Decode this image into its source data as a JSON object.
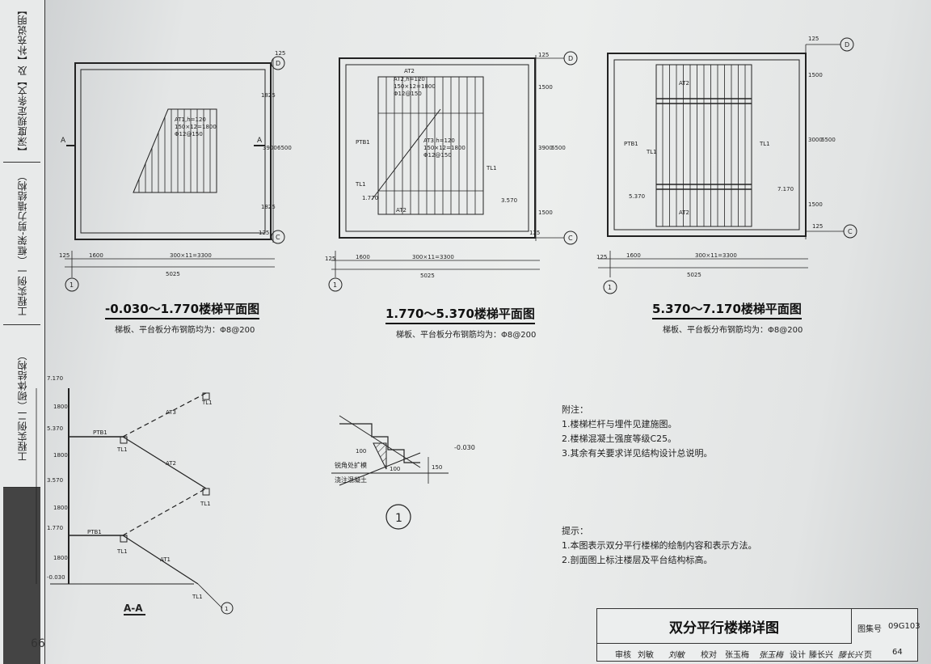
{
  "side": {
    "label_top": "【深度规定条文】及【补充说明】",
    "label_mid": "工程实例一（框架-剪力墙结构）",
    "label_bot": "工程实例二（砌体结构）"
  },
  "page_number": "66",
  "plans": [
    {
      "title": "-0.030～1.770楼梯平面图",
      "subtitle": "梯板、平台板分布钢筋均为：Φ8@200",
      "dims_bottom": [
        "125",
        "1600",
        "300×11=3300",
        "5025"
      ],
      "dims_right": [
        "125",
        "1825",
        "3900",
        "6500",
        "1825",
        "125"
      ],
      "axis_bottom": "1",
      "axis_right": [
        "D",
        "C"
      ],
      "section_marks": [
        "A",
        "A"
      ],
      "flight_label": [
        "AT1,h=120",
        "150×12=1800",
        "Φ12@150"
      ]
    },
    {
      "title": "1.770～5.370楼梯平面图",
      "subtitle": "梯板、平台板分布钢筋均为：Φ8@200",
      "dims_bottom": [
        "125",
        "1600",
        "300×11=3300",
        "5025"
      ],
      "dims_right": [
        "125",
        "1500",
        "3900",
        "6500",
        "1500",
        "125"
      ],
      "axis_bottom": "1",
      "axis_right": [
        "D",
        "C"
      ],
      "flight_label": [
        "AT2,h=120",
        "150×12=1800",
        "Φ12@150"
      ],
      "flight_label2": [
        "AT3,h=120",
        "150×12=1800",
        "Φ12@150"
      ],
      "beam_labels": [
        "PTB1",
        "TL1",
        "TL1",
        "AT2",
        "AT2"
      ],
      "levels": [
        "1.770",
        "3.570"
      ]
    },
    {
      "title": "5.370～7.170楼梯平面图",
      "subtitle": "梯板、平台板分布钢筋均为：Φ8@200",
      "dims_bottom": [
        "125",
        "1600",
        "300×11=3300",
        "5025"
      ],
      "dims_right": [
        "125",
        "1500",
        "3000",
        "6500",
        "1500",
        "125"
      ],
      "axis_bottom": "1",
      "axis_right": [
        "D",
        "C"
      ],
      "beam_labels": [
        "PTB1",
        "TL1",
        "TL1",
        "AT2",
        "AT2"
      ],
      "levels": [
        "5.370",
        "7.170"
      ]
    }
  ],
  "section": {
    "title": "A-A",
    "levels": [
      "7.170",
      "5.370",
      "3.570",
      "1.770",
      "-0.030"
    ],
    "heights": [
      "1800",
      "1800",
      "1800",
      "1800"
    ],
    "labels": [
      "TL1",
      "PTB1",
      "TL1",
      "AT3",
      "AT2",
      "TL1",
      "PTB1",
      "TL1",
      "AT1",
      "TL1"
    ],
    "axis": "1"
  },
  "detail": {
    "label_1": "锐角处扩模",
    "label_2": "浇注混凝土",
    "level": "-0.030",
    "dims": [
      "100",
      "100",
      "150"
    ],
    "mark": "1"
  },
  "notes": {
    "heading": "附注：",
    "items": [
      "1.楼梯栏杆与埋件见建施图。",
      "2.楼梯混凝土强度等级C25。",
      "3.其余有关要求详见结构设计总说明。"
    ]
  },
  "tips": {
    "heading": "提示：",
    "items": [
      "1.本图表示双分平行楼梯的绘制内容和表示方法。",
      "2.剖面图上标注楼层及平台结构标高。"
    ]
  },
  "title_block": {
    "title": "双分平行楼梯详图",
    "atlas_label": "图集号",
    "atlas_no": "09G103",
    "page_label": "页",
    "page_no": "64",
    "row": [
      "审核",
      "刘敏",
      "刘敏",
      "校对",
      "张玉梅",
      "张玉梅",
      "设计",
      "滕长兴",
      "滕长兴"
    ]
  }
}
